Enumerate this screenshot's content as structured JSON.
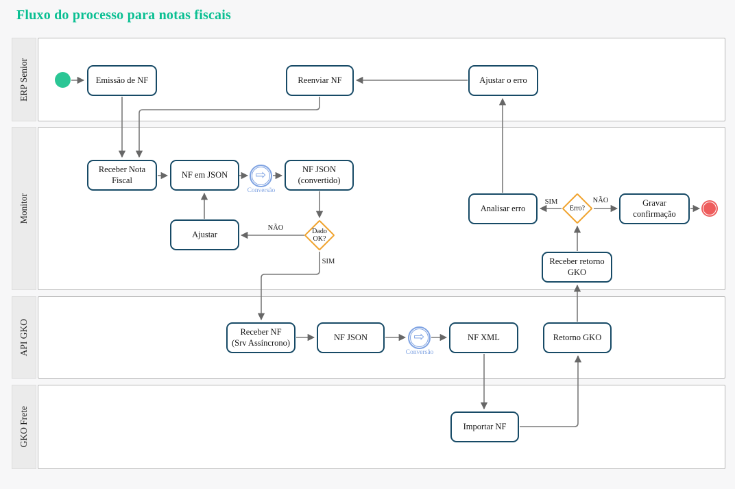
{
  "title": "Fluxo do processo para notas fiscais",
  "lanes": [
    {
      "label": "ERP Senior"
    },
    {
      "label": "Monitor"
    },
    {
      "label": "API GKO"
    },
    {
      "label": "GKO Frete"
    }
  ],
  "nodes": {
    "emissao": {
      "label": "Emissão de NF"
    },
    "reenviar": {
      "label": "Reenviar NF"
    },
    "ajustar_erro": {
      "label": "Ajustar o erro"
    },
    "receber_nota": {
      "label": "Receber Nota Fiscal"
    },
    "nf_em_json": {
      "label": "NF em JSON"
    },
    "conversao1": {
      "label": "Conversão"
    },
    "nf_json_convertido": {
      "label": "NF JSON\n(convertido)"
    },
    "dado_ok": {
      "label": "Dado\nOK?"
    },
    "ajustar": {
      "label": "Ajustar"
    },
    "analisar_erro": {
      "label": "Analisar erro"
    },
    "erro": {
      "label": "Erro?"
    },
    "gravar_confirmacao": {
      "label": "Gravar confirmação"
    },
    "receber_retorno_gko": {
      "label": "Receber retorno\nGKO"
    },
    "receber_nf_srv": {
      "label": "Receber NF\n(Srv Assíncrono)"
    },
    "nf_json": {
      "label": "NF JSON"
    },
    "conversao2": {
      "label": "Conversão"
    },
    "nf_xml": {
      "label": "NF XML"
    },
    "retorno_gko": {
      "label": "Retorno GKO"
    },
    "importar_nf": {
      "label": "Importar NF"
    }
  },
  "edges": [
    {
      "from": "start_event",
      "to": "emissao"
    },
    {
      "from": "emissao",
      "to": "receber_nota"
    },
    {
      "from": "reenviar",
      "to": "receber_nota"
    },
    {
      "from": "ajustar_erro",
      "to": "reenviar"
    },
    {
      "from": "receber_nota",
      "to": "nf_em_json"
    },
    {
      "from": "nf_em_json",
      "to": "conversao1"
    },
    {
      "from": "conversao1",
      "to": "nf_json_convertido"
    },
    {
      "from": "nf_json_convertido",
      "to": "dado_ok"
    },
    {
      "from": "dado_ok",
      "to": "ajustar",
      "label": "NÃO"
    },
    {
      "from": "ajustar",
      "to": "nf_em_json"
    },
    {
      "from": "dado_ok",
      "to": "receber_nf_srv",
      "label": "SIM"
    },
    {
      "from": "receber_nf_srv",
      "to": "nf_json"
    },
    {
      "from": "nf_json",
      "to": "conversao2"
    },
    {
      "from": "conversao2",
      "to": "nf_xml"
    },
    {
      "from": "nf_xml",
      "to": "importar_nf"
    },
    {
      "from": "importar_nf",
      "to": "retorno_gko"
    },
    {
      "from": "retorno_gko",
      "to": "receber_retorno_gko"
    },
    {
      "from": "receber_retorno_gko",
      "to": "erro"
    },
    {
      "from": "erro",
      "to": "analisar_erro",
      "label": "SIM"
    },
    {
      "from": "erro",
      "to": "gravar_confirmacao",
      "label": "NÃO"
    },
    {
      "from": "gravar_confirmacao",
      "to": "end_event"
    },
    {
      "from": "analisar_erro",
      "to": "ajustar_erro"
    }
  ],
  "colors": {
    "title": "#0abf92",
    "start_event": "#2bc695",
    "end_event": "#ee5c5c",
    "task_border": "#174a66",
    "gateway_border": "#f0a32e",
    "conversion_blue": "#7ea2e2",
    "connector": "#757575",
    "lane_band": "#ebebeb"
  }
}
